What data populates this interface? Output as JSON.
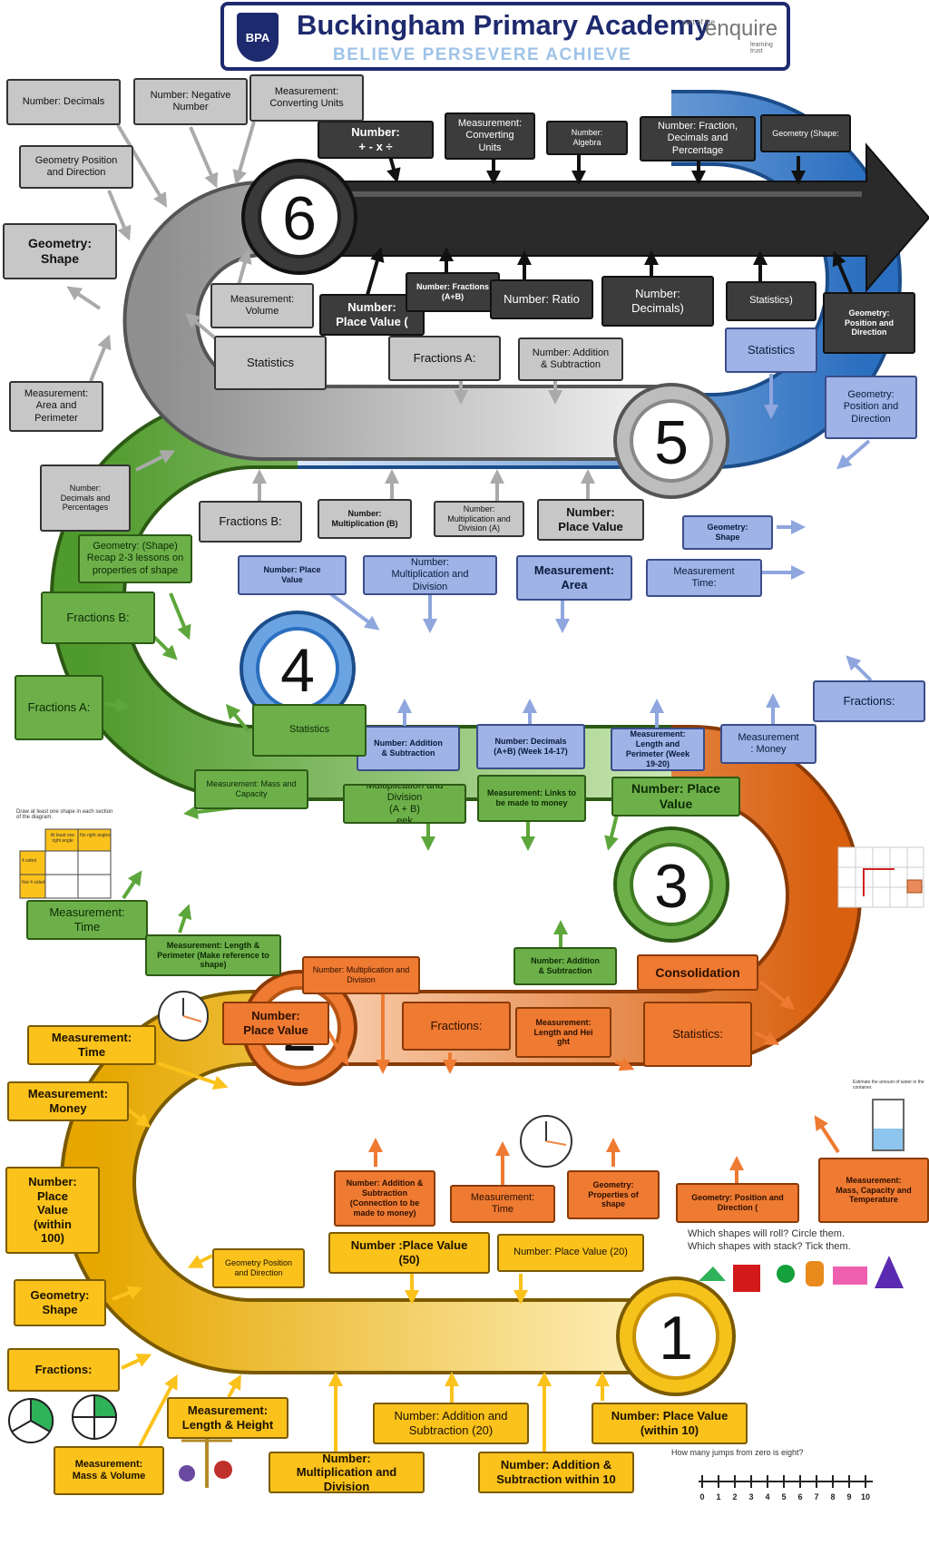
{
  "header": {
    "crest_text": "BPA",
    "school_name": "Buckingham Primary Academy",
    "motto": "BELIEVE  PERSEVERE  ACHIEVE",
    "part_of": "part of the",
    "trust_name": "enquire",
    "trust_sub": "learning trust"
  },
  "stages": [
    "1",
    "2",
    "3",
    "4",
    "5",
    "6"
  ],
  "colors": {
    "year1": "#fbc21c",
    "year2": "#ef7a32",
    "year3": "#6db04a",
    "year4": "#9fb3e6",
    "year5": "#c7c7c7",
    "year6": "#3c3c3c"
  },
  "year6": {
    "top": [
      "Number:\n+ - x ÷",
      "Measurement:\nConverting\nUnits",
      "Number:\nAlgebra",
      "Number: Fraction,\nDecimals and\nPercentage",
      "Geometry (Shape:"
    ],
    "bottom": [
      "Number:\nPlace Value (",
      "Number: Fractions\n(A+B)",
      "Number: Ratio",
      "Number:\nDecimals)",
      "Statistics)",
      "Geometry:\nPosition and\nDirection"
    ]
  },
  "year5": {
    "left": [
      "Number: Decimals",
      "Number:  Negative\nNumber",
      "Measurement:\nConverting Units",
      "Geometry Position\nand Direction",
      "Geometry:\nShape",
      "Measurement:\nArea and\nPerimeter",
      "Number:\nDecimals and\nPercentages"
    ],
    "inner": [
      "Measurement:\nVolume",
      "Statistics",
      "Fractions A:",
      "Number: Addition\n& Subtraction"
    ],
    "below": [
      "Fractions B:",
      "Number:\nMultiplication (B)",
      "Number:\nMultiplication and\nDivision (A)",
      "Number:\nPlace Value"
    ]
  },
  "year4": {
    "items": [
      "Statistics",
      "Geometry:\nPosition and\nDirection",
      "Geometry:\nShape",
      "Measurement\nTime:",
      "Number: Place\nValue",
      "Number:\nMultiplication and\nDivision",
      "Measurement:\nArea",
      "Fractions:",
      "Measurement\n: Money",
      "Number: Addition\n& Subtraction",
      "Number: Decimals\n(A+B) (Week 14-17)",
      "Measurement:\nLength and\nPerimeter (Week\n19-20)"
    ]
  },
  "year3": {
    "items": [
      "Geometry: (Shape)\nRecap 2-3 lessons on\nproperties of shape",
      "Fractions B:",
      "Fractions A:",
      "Statistics",
      "Measurement: Mass and\nCapacity",
      "Multiplication and\nDivision\n(A + B)\neek",
      "Measurement: Links to\nbe made to money",
      "Number: Place\nValue",
      "Measurement:\nTime",
      "Measurement: Length &\nPerimeter (Make reference to\nshape)",
      "Number: Addition\n& Subtraction"
    ]
  },
  "year2": {
    "items": [
      "Number: Multiplication and\nDivision",
      "Consolidation",
      "Number:\nPlace Value",
      "Fractions:",
      "Measurement:\nLength and Hei\nght",
      "Statistics:",
      "Number: Addition &\nSubtraction\n(Connection to be\nmade to money)",
      "Measurement:\nTime",
      "Geometry:\nProperties of\nshape",
      "Geometry: Position and\nDirection (",
      "Measurement:\nMass, Capacity and\nTemperature"
    ]
  },
  "year1": {
    "items": [
      "Measurement:\nTime",
      "Measurement:\nMoney",
      "Number:\nPlace\nValue\n(within\n100)",
      "Geometry Position\nand Direction",
      "Number :Place Value\n(50)",
      "Number: Place Value (20)",
      "Geometry:\nShape",
      "Fractions:",
      "Measurement:\nLength & Height",
      "Number: Addition and\nSubtraction (20)",
      "Number: Place Value\n(within 10)",
      "Measurement:\nMass & Volume",
      "Number:\nMultiplication and\nDivision",
      "Number: Addition &\nSubtraction within 10"
    ]
  },
  "worksheets": {
    "shapes_question": "Draw at least one shape in each section of the diagram.",
    "col1": "At least one right angle",
    "col2": "No right angles",
    "row1": "4 sided",
    "row2": "Not 4 sided",
    "roll_q1": "Which shapes will roll? Circle them.",
    "roll_q2": "Which shapes with stack? Tick them.",
    "jumps_q": "How many jumps from zero is eight?",
    "number_line": [
      "0",
      "1",
      "2",
      "3",
      "4",
      "5",
      "6",
      "7",
      "8",
      "9",
      "10"
    ],
    "water_note": "Estimate the amount of water in the container."
  }
}
